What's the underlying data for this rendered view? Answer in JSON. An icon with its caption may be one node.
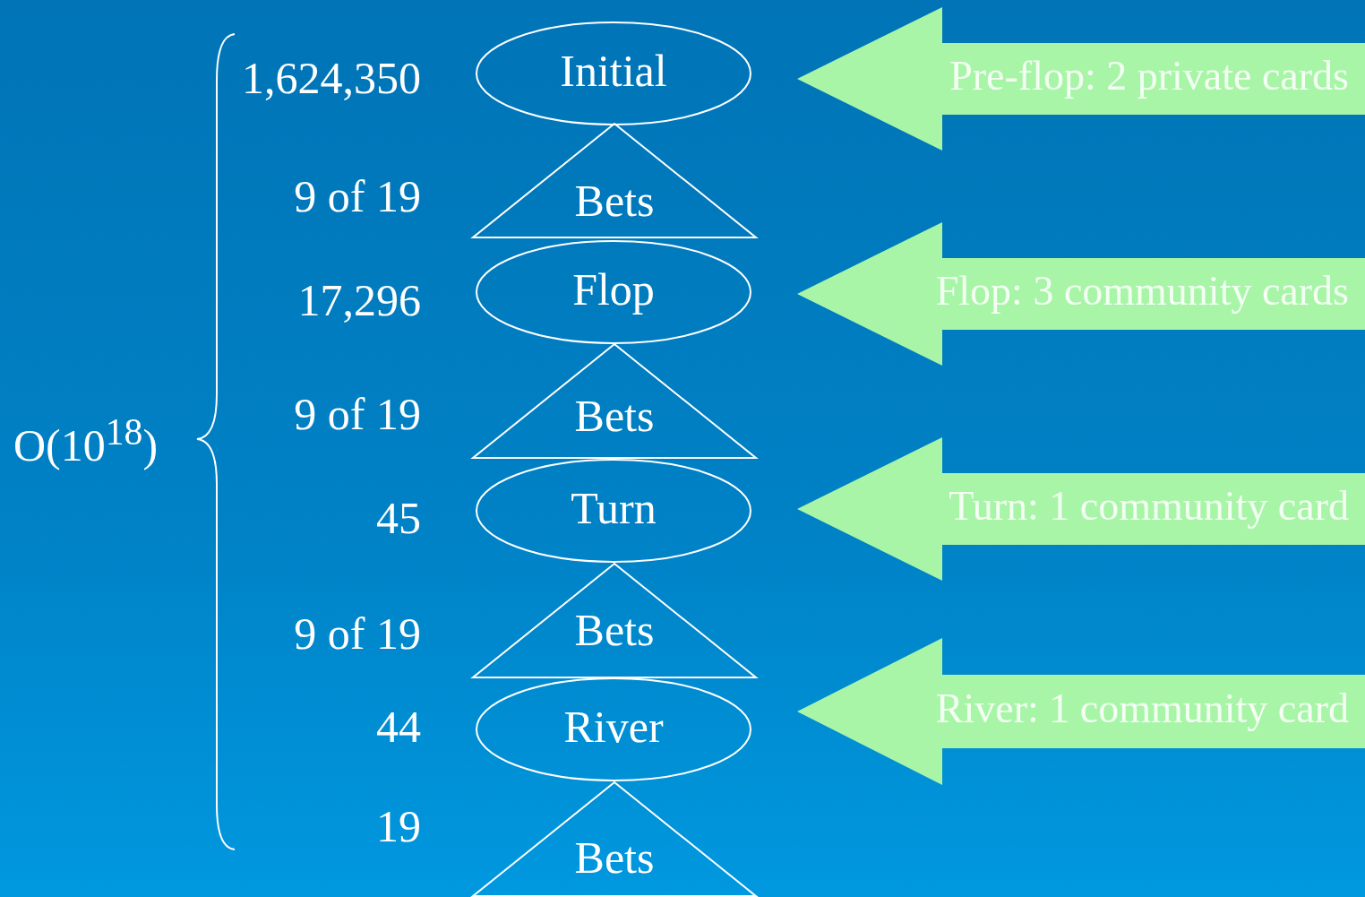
{
  "diagram": {
    "nodes": [
      {
        "text": [
          "Initial"
        ],
        "beside": [
          "1,624,350"
        ]
      },
      {
        "text": [
          "Bets"
        ],
        "beside": [
          "9 of 19"
        ]
      },
      {
        "text": [
          "Flop"
        ],
        "beside": [
          "17,296"
        ]
      },
      {
        "text": [
          "Bets"
        ],
        "beside": [
          "9 of 19"
        ]
      },
      {
        "text": [
          "Turn"
        ],
        "beside": [
          "45"
        ]
      },
      {
        "text": [
          "Bets"
        ],
        "beside": [
          "9 of 19"
        ]
      },
      {
        "text": [
          "River"
        ],
        "beside": [
          "44"
        ]
      },
      {
        "text": [
          "Bets"
        ],
        "beside": [
          "19"
        ]
      },
      {
        "text": [
          "Pre-flop: 2 private cards"
        ]
      },
      {
        "text": [
          "Flop: 3 community cards"
        ]
      },
      {
        "text": [
          "Turn: 1 community card"
        ]
      },
      {
        "text": [
          "River: 1 community card"
        ]
      }
    ],
    "labels": [
      "O(10$^{18}$)"
    ]
  }
}
